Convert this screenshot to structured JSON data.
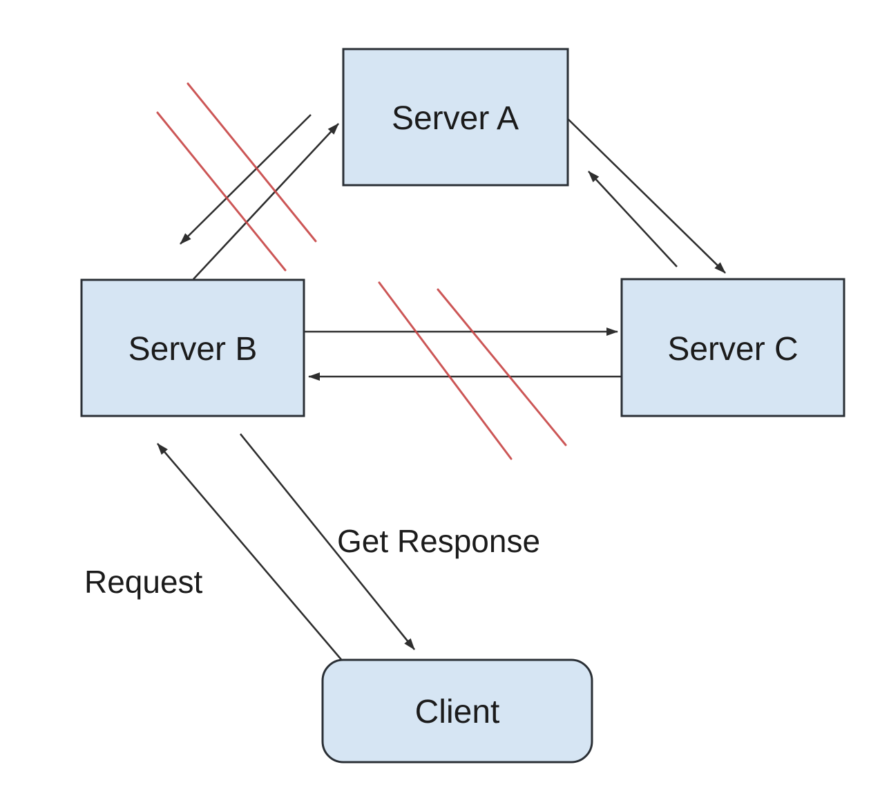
{
  "diagram": {
    "nodes": [
      {
        "id": "server-a",
        "label": "Server A",
        "shape": "rectangle"
      },
      {
        "id": "server-b",
        "label": "Server B",
        "shape": "rectangle"
      },
      {
        "id": "server-c",
        "label": "Server C",
        "shape": "rectangle"
      },
      {
        "id": "client",
        "label": "Client",
        "shape": "rounded-rectangle"
      }
    ],
    "edge_labels": {
      "request": "Request",
      "get_response": "Get Response"
    },
    "edges": [
      {
        "from": "server-b",
        "to": "server-a",
        "status": "blocked"
      },
      {
        "from": "server-a",
        "to": "server-b",
        "status": "blocked"
      },
      {
        "from": "server-a",
        "to": "server-c",
        "status": "ok"
      },
      {
        "from": "server-c",
        "to": "server-a",
        "status": "ok"
      },
      {
        "from": "server-b",
        "to": "server-c",
        "status": "blocked"
      },
      {
        "from": "server-c",
        "to": "server-b",
        "status": "blocked"
      },
      {
        "from": "client",
        "to": "server-b",
        "label": "Request"
      },
      {
        "from": "server-b",
        "to": "client",
        "label": "Get Response"
      }
    ]
  },
  "colors": {
    "node_fill": "#d6e5f3",
    "node_border": "#2a2f35",
    "arrow": "#2e2e2e",
    "blocked": "#c64444",
    "label_text": "#1b1b1b"
  }
}
